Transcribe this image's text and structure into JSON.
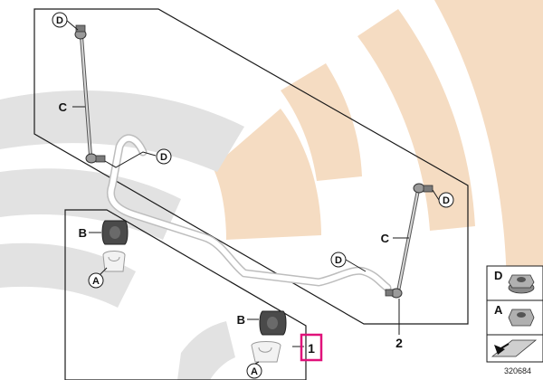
{
  "callouts": {
    "d_top": "D",
    "c_left": "C",
    "d_left_link": "D",
    "b_upper": "B",
    "a_upper": "A",
    "c_right": "C",
    "d_right_top": "D",
    "d_right_link": "D",
    "b_lower": "B",
    "a_lower": "A",
    "one": "1",
    "two": "2"
  },
  "legend": {
    "d_label": "D",
    "a_label": "A"
  },
  "reference_number": "320684",
  "colors": {
    "highlight": "#e0127a",
    "watermark_tan": "#f5dcc2",
    "watermark_gray": "#e2e2e2",
    "outline": "#1a1a1a"
  }
}
